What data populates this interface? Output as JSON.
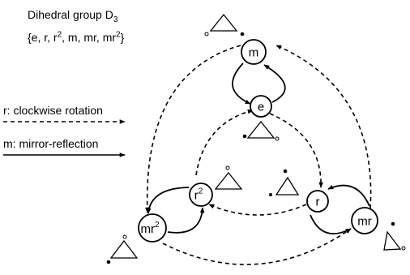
{
  "title": {
    "text": "Dihedral group D",
    "subscript": "3"
  },
  "element_set": {
    "parts": [
      "{e, r, r",
      "2",
      ", m, mr, mr",
      "2",
      "}"
    ]
  },
  "legend": {
    "rotation": {
      "label": "r: clockwise rotation",
      "style": "dashed"
    },
    "reflection": {
      "label": "m: mirror-reflection",
      "style": "solid"
    }
  },
  "nodes": [
    {
      "id": "m",
      "label": "m",
      "sup": ""
    },
    {
      "id": "e",
      "label": "e",
      "sup": ""
    },
    {
      "id": "r2",
      "label": "r",
      "sup": "2"
    },
    {
      "id": "r",
      "label": "r",
      "sup": ""
    },
    {
      "id": "mr2",
      "label": "mr",
      "sup": "2"
    },
    {
      "id": "mr",
      "label": "mr",
      "sup": ""
    }
  ],
  "edges_rotation": [
    {
      "from": "e",
      "to": "r"
    },
    {
      "from": "r",
      "to": "r2"
    },
    {
      "from": "r2",
      "to": "e"
    },
    {
      "from": "m",
      "to": "mr2"
    },
    {
      "from": "mr2",
      "to": "mr"
    },
    {
      "from": "mr",
      "to": "m"
    }
  ],
  "edges_reflection": [
    {
      "from": "e",
      "to": "m"
    },
    {
      "from": "m",
      "to": "e"
    },
    {
      "from": "r",
      "to": "mr"
    },
    {
      "from": "mr",
      "to": "r"
    },
    {
      "from": "r2",
      "to": "mr2"
    },
    {
      "from": "mr2",
      "to": "r2"
    }
  ],
  "colors": {
    "ink": "#000000",
    "background": "#ffffff"
  }
}
